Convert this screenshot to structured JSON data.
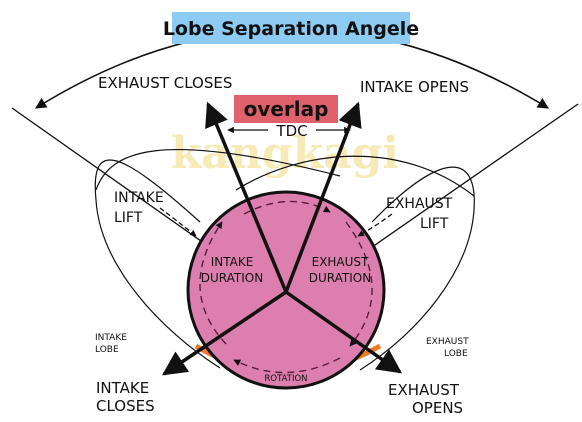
{
  "title": "Lobe Separation Angele",
  "overlap": "overlap",
  "tdc": "TDC",
  "watermark": "kangkagi",
  "labels": {
    "exhaust_closes": "EXHAUST CLOSES",
    "intake_opens": "INTAKE OPENS",
    "intake_lift_1": "INTAKE",
    "intake_lift_2": "LIFT",
    "exhaust_lift_1": "EXHAUST",
    "exhaust_lift_2": "LIFT",
    "intake_duration_1": "INTAKE",
    "intake_duration_2": "DURATION",
    "exhaust_duration_1": "EXHAUST",
    "exhaust_duration_2": "DURATION",
    "intake_lobe_1": "INTAKE",
    "intake_lobe_2": "LOBE",
    "exhaust_lobe_1": "EXHAUST",
    "exhaust_lobe_2": "LOBE",
    "rotation": "ROTATION",
    "intake_closes_1": "INTAKE",
    "intake_closes_2": "CLOSES",
    "exhaust_opens_1": "EXHAUST",
    "exhaust_opens_2": "OPENS"
  },
  "colors": {
    "circle_fill": "#dc7fae",
    "circle_stroke": "#111111",
    "overlap_bg": "#e0606b",
    "title_bg": "#8ecbf2",
    "orange_arc": "#f07a2a",
    "watermark": "#f5e7a6"
  }
}
